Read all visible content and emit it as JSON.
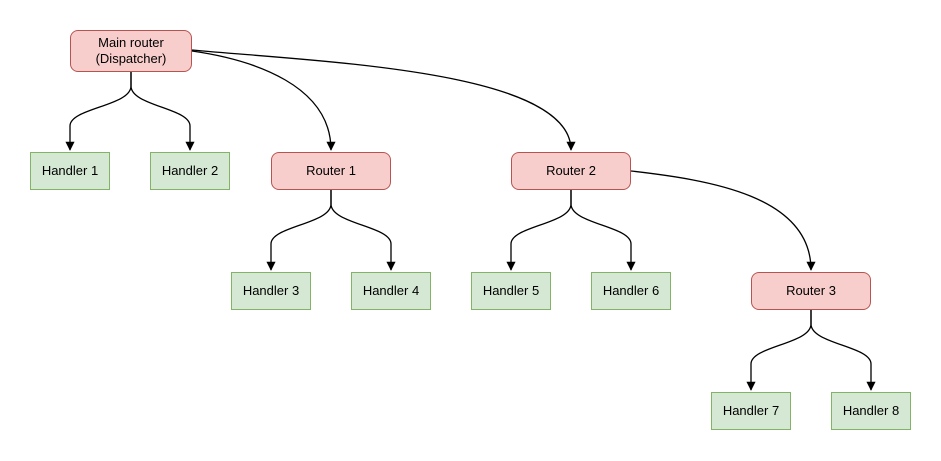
{
  "diagram": {
    "background_color": "#ffffff",
    "edge_color": "#000000",
    "styles": {
      "router": {
        "fill": "#f8cecc",
        "stroke": "#b85450",
        "shape": "rounded-rectangle"
      },
      "handler": {
        "fill": "#d5e8d4",
        "stroke": "#82b366",
        "shape": "rectangle"
      }
    },
    "nodes": {
      "main_router": {
        "label": "Main router\n(Dispatcher)",
        "type": "router"
      },
      "router_1": {
        "label": "Router 1",
        "type": "router"
      },
      "router_2": {
        "label": "Router 2",
        "type": "router"
      },
      "router_3": {
        "label": "Router 3",
        "type": "router"
      },
      "handler_1": {
        "label": "Handler 1",
        "type": "handler"
      },
      "handler_2": {
        "label": "Handler 2",
        "type": "handler"
      },
      "handler_3": {
        "label": "Handler 3",
        "type": "handler"
      },
      "handler_4": {
        "label": "Handler 4",
        "type": "handler"
      },
      "handler_5": {
        "label": "Handler 5",
        "type": "handler"
      },
      "handler_6": {
        "label": "Handler 6",
        "type": "handler"
      },
      "handler_7": {
        "label": "Handler 7",
        "type": "handler"
      },
      "handler_8": {
        "label": "Handler 8",
        "type": "handler"
      }
    },
    "edges": [
      {
        "from": "main_router",
        "to": "handler_1"
      },
      {
        "from": "main_router",
        "to": "handler_2"
      },
      {
        "from": "main_router",
        "to": "router_1"
      },
      {
        "from": "main_router",
        "to": "router_2"
      },
      {
        "from": "router_1",
        "to": "handler_3"
      },
      {
        "from": "router_1",
        "to": "handler_4"
      },
      {
        "from": "router_2",
        "to": "handler_5"
      },
      {
        "from": "router_2",
        "to": "handler_6"
      },
      {
        "from": "router_2",
        "to": "router_3"
      },
      {
        "from": "router_3",
        "to": "handler_7"
      },
      {
        "from": "router_3",
        "to": "handler_8"
      }
    ]
  }
}
